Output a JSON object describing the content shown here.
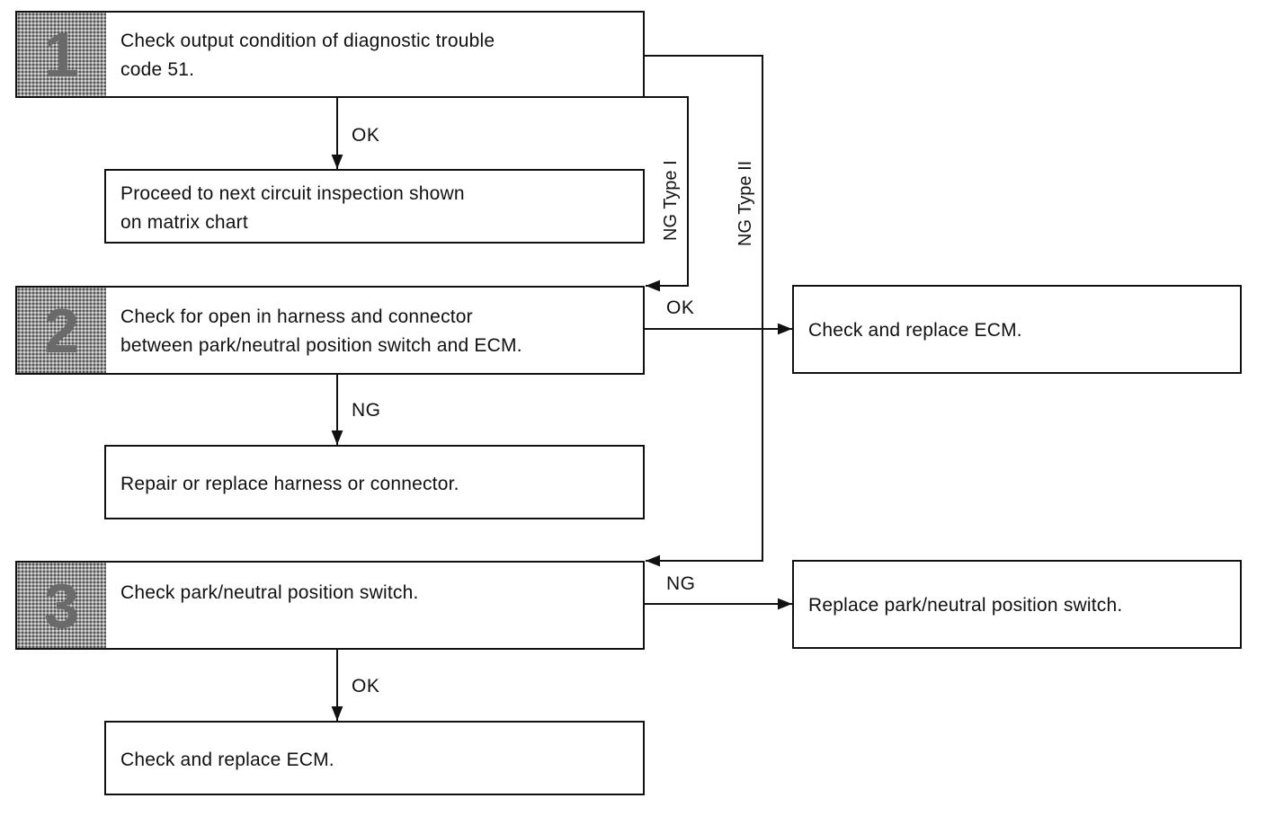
{
  "steps": [
    {
      "number": "1",
      "text": "Check output condition of diagnostic trouble\ncode 51."
    },
    {
      "number": "2",
      "text": "Check for open in harness and connector\nbetween park/neutral position switch and ECM."
    },
    {
      "number": "3",
      "text": "Check park/neutral position switch."
    }
  ],
  "outcomes": {
    "proceed_next": "Proceed to next circuit inspection shown\non matrix chart",
    "replace_ecm_after_2": "Check and replace ECM.",
    "repair_harness": "Repair or replace harness or connector.",
    "replace_switch": "Replace park/neutral position switch.",
    "replace_ecm_after_3": "Check and replace ECM."
  },
  "labels": {
    "step1_ok": "OK",
    "step1_ng_type1": "NG Type I",
    "step1_ng_type2": "NG Type II",
    "step2_ok": "OK",
    "step2_ng": "NG",
    "step3_ng": "NG",
    "step3_ok": "OK"
  },
  "colors": {
    "line": "#111111",
    "badge_fill": "#9a9a9a"
  }
}
